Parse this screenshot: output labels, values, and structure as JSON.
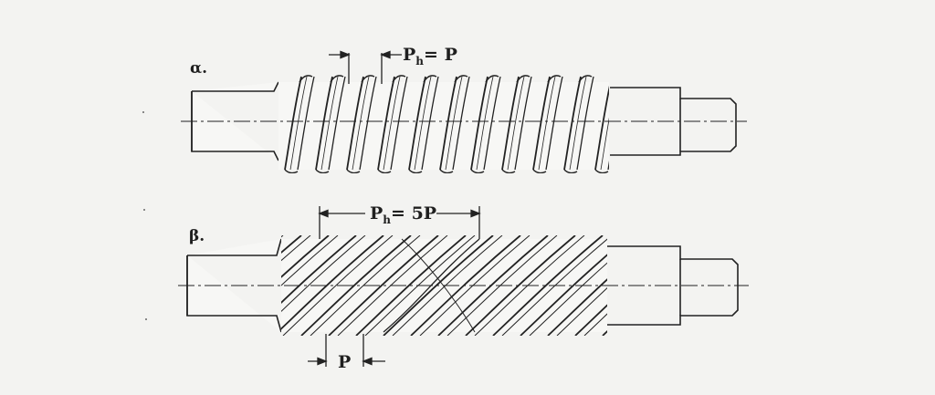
{
  "figure": {
    "background": "#f3f3f1",
    "ink": "#222222",
    "panels": [
      {
        "id": "a",
        "label": "α.",
        "dimension": {
          "symbol": "P",
          "subscript": "h",
          "relation": "= P"
        },
        "thread_starts": 1
      },
      {
        "id": "b",
        "label": "β.",
        "dimension": {
          "symbol": "P",
          "subscript": "h",
          "relation": "= 5P"
        },
        "pitch_label": "P",
        "thread_starts": 5
      }
    ]
  }
}
